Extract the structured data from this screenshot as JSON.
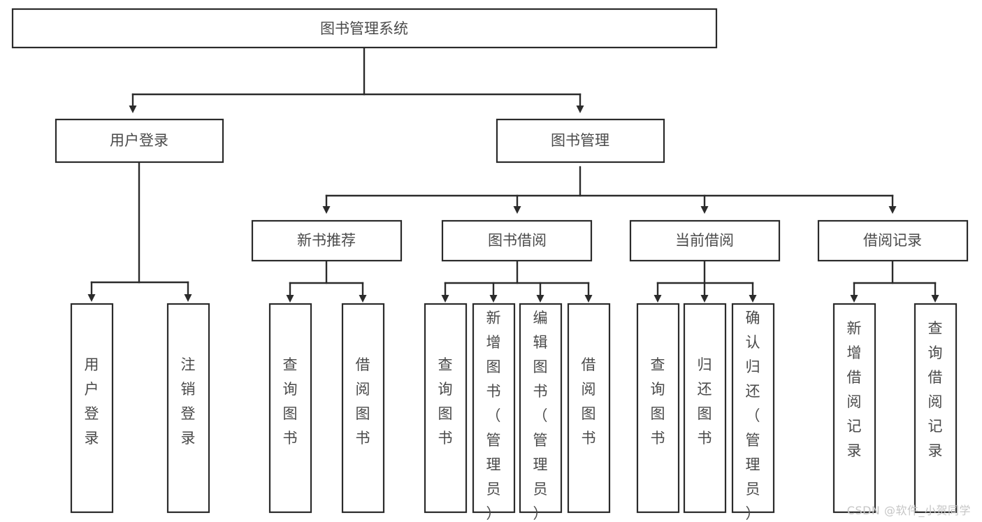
{
  "diagram": {
    "kind": "hierarchy-tree",
    "title": "图书管理系统",
    "background_color": "#ffffff",
    "box_stroke_color": "#2b2b2b",
    "text_color": "#4a4a4a",
    "connector_color": "#2b2b2b"
  },
  "nodes": {
    "root": {
      "label": "图书管理系统"
    },
    "level1": [
      {
        "id": "user-login",
        "label": "用户登录"
      },
      {
        "id": "book-manage",
        "label": "图书管理"
      }
    ],
    "level2": [
      {
        "id": "new-book-recommend",
        "label": "新书推荐"
      },
      {
        "id": "book-borrow",
        "label": "图书借阅"
      },
      {
        "id": "current-borrow",
        "label": "当前借阅"
      },
      {
        "id": "borrow-record",
        "label": "借阅记录"
      }
    ],
    "leaves": {
      "user-login": [
        {
          "id": "leaf-user-login",
          "label": "用户登录"
        },
        {
          "id": "leaf-logout",
          "label": "注销登录"
        }
      ],
      "new-book-recommend": [
        {
          "id": "leaf-query-book-1",
          "label": "查询图书"
        },
        {
          "id": "leaf-borrow-book-1",
          "label": "借阅图书"
        }
      ],
      "book-borrow": [
        {
          "id": "leaf-query-book-2",
          "label": "查询图书"
        },
        {
          "id": "leaf-add-book",
          "label": "新增图书（管理员）"
        },
        {
          "id": "leaf-edit-book",
          "label": "编辑图书（管理员）"
        },
        {
          "id": "leaf-borrow-book-2",
          "label": "借阅图书"
        }
      ],
      "current-borrow": [
        {
          "id": "leaf-query-book-3",
          "label": "查询图书"
        },
        {
          "id": "leaf-return-book",
          "label": "归还图书"
        },
        {
          "id": "leaf-confirm-return",
          "label": "确认归还（管理员）"
        }
      ],
      "borrow-record": [
        {
          "id": "leaf-add-record",
          "label": "新增借阅记录"
        },
        {
          "id": "leaf-query-record",
          "label": "查询借阅记录"
        }
      ]
    }
  },
  "watermark": {
    "text": "CSDN @软件_小贺同学"
  }
}
